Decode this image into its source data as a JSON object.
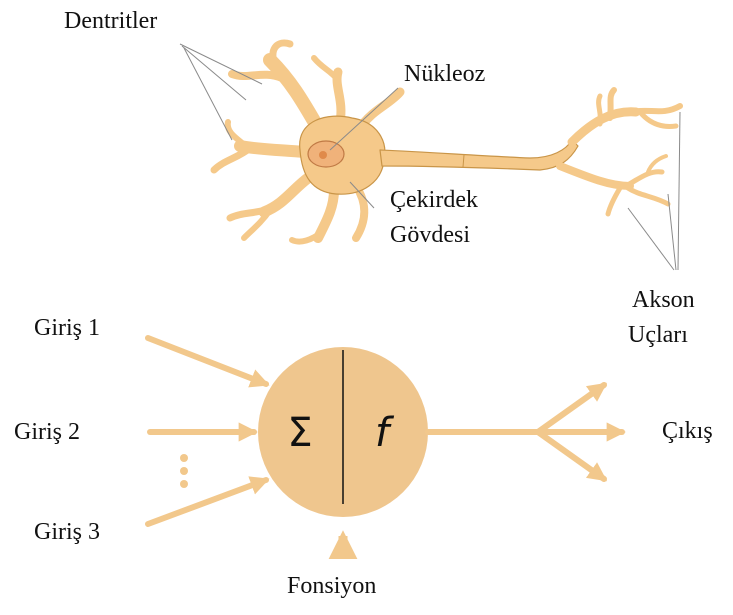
{
  "neuron": {
    "labels": {
      "dendrites": "Dentritler",
      "nucleus": "Nükleoz",
      "cell_body_line1": "Çekirdek",
      "cell_body_line2": "Gövdesi",
      "axon_terminals_line1": "Akson",
      "axon_terminals_line2": "Uçları"
    }
  },
  "perceptron": {
    "inputs": [
      "Giriş 1",
      "Giriş 2",
      "Giriş 3"
    ],
    "sum_symbol": "Σ",
    "function_symbol": "f",
    "output": "Çıkış",
    "function_label": "Fonsiyon"
  },
  "colors": {
    "neuron_fill": "#f5c98a",
    "neuron_outline": "#c99548",
    "nucleus": "#e08a4a",
    "arrow": "#f2c88c",
    "node": "#efc68e",
    "pointer_line": "#8a8a8a"
  }
}
